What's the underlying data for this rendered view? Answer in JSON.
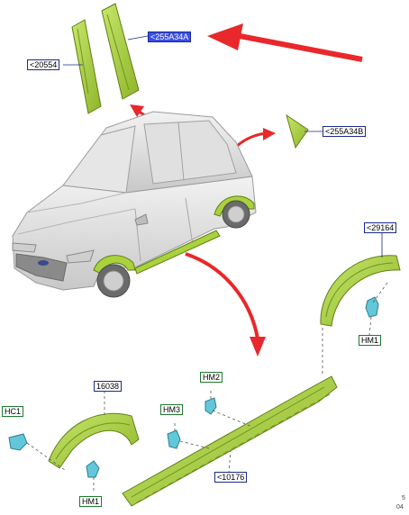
{
  "labels": {
    "a34a": "<255A34A",
    "p20554": "<20554",
    "a34b": "<255A34B",
    "p29164": "<29164",
    "hm1_right": "HM1",
    "p16038": "16038",
    "hc1": "HC1",
    "hm3": "HM3",
    "hm2": "HM2",
    "p10176": "<10176",
    "hm1_left": "HM1"
  },
  "corner": {
    "line1": "5",
    "line2": "04"
  },
  "colors": {
    "part_fill": "#a9d23c",
    "part_stroke": "#5f7f16",
    "arrow": "#e8282a",
    "car_body": "#d9d9d9",
    "clip": "#62c7d9",
    "highlight_label": "#3b4ee6"
  }
}
